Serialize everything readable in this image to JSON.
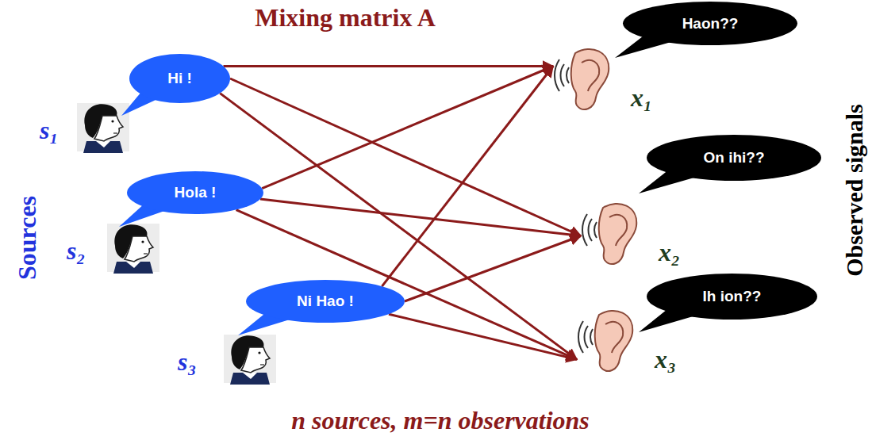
{
  "diagram": {
    "title": "Mixing matrix A",
    "caption": "n sources, m=n observations",
    "nodes": [
      {
        "text": [
          "Hi !"
        ]
      },
      {
        "text": [
          "Hola !"
        ]
      },
      {
        "text": [
          "Ni Hao !"
        ]
      },
      {
        "text": [
          "Haon??"
        ]
      },
      {
        "text": [
          "x₁"
        ]
      },
      {
        "text": [
          "On ihi??"
        ]
      },
      {
        "text": [
          "x₂"
        ]
      },
      {
        "text": [
          "Ih ion??"
        ]
      },
      {
        "text": [
          "x₃"
        ]
      }
    ],
    "edges": [
      {
        "from": 0,
        "to": 4,
        "arrow": "to"
      },
      {
        "from": 0,
        "to": 6,
        "arrow": "to"
      },
      {
        "from": 0,
        "to": 8,
        "arrow": "to"
      },
      {
        "from": 1,
        "to": 4,
        "arrow": "to"
      },
      {
        "from": 1,
        "to": 6,
        "arrow": "to"
      },
      {
        "from": 1,
        "to": 8,
        "arrow": "to"
      },
      {
        "from": 2,
        "to": 4,
        "arrow": "to"
      },
      {
        "from": 2,
        "to": 6,
        "arrow": "to"
      },
      {
        "from": 2,
        "to": 8,
        "arrow": "to"
      }
    ],
    "labels": [
      "Sources",
      "s₁",
      "s₂",
      "s₃",
      "Observed signals"
    ]
  }
}
